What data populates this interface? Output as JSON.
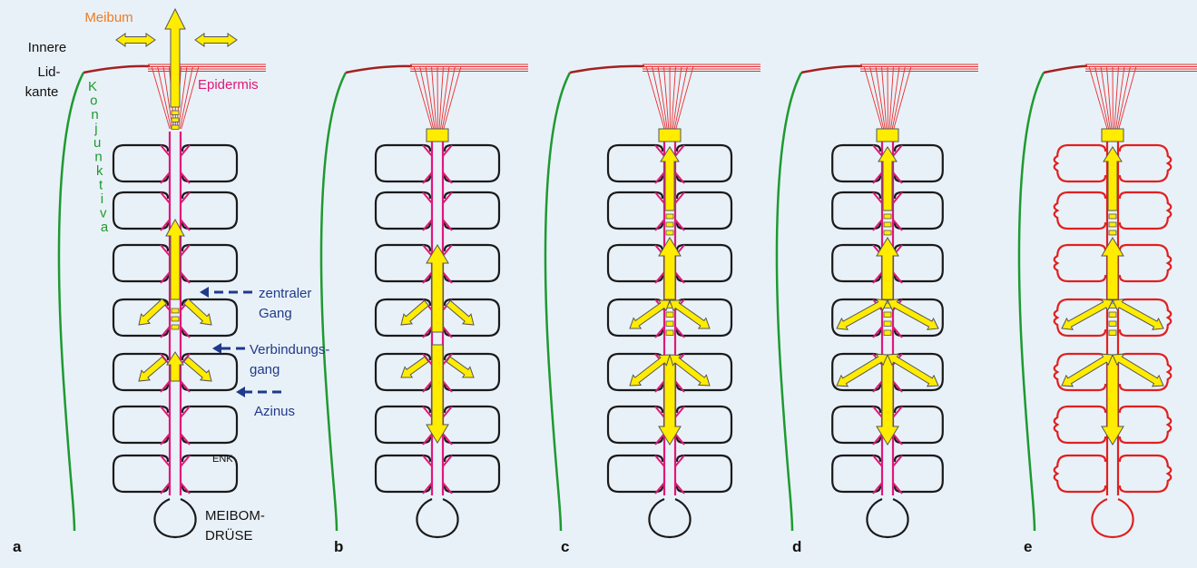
{
  "panels": [
    "a",
    "b",
    "c",
    "d",
    "e"
  ],
  "labels": {
    "meibum": "Meibum",
    "innere": "Innere",
    "lid": "Lid-",
    "kante": "kante",
    "epidermis": "Epidermis",
    "konjunktiva": [
      "K",
      "o",
      "n",
      "j",
      "u",
      "n",
      "k",
      "t",
      "i",
      "v",
      "a"
    ],
    "zentraler": "zentraler",
    "gang": "Gang",
    "verbindungs": "Verbindungs-",
    "gang2": "gang",
    "azinus": "Azinus",
    "enk": "ENK",
    "meibom": "MEIBOM-",
    "druese": "DRÜSE"
  },
  "colors": {
    "background": "#e9f1f8",
    "acinus_normal": "#1a1a1a",
    "acinus_inflamed": "#e02020",
    "duct": "#e0187a",
    "conjunctiva": "#1e9a30",
    "lid_margin": "#a32020",
    "epidermis_lines": "#e83030",
    "meibum_arrow": "#ffec00",
    "arrow_outline": "#555555",
    "label_orange": "#f07a20",
    "label_magenta": "#e0187a",
    "label_green": "#1e9a30",
    "label_navy": "#1f3a8a"
  }
}
